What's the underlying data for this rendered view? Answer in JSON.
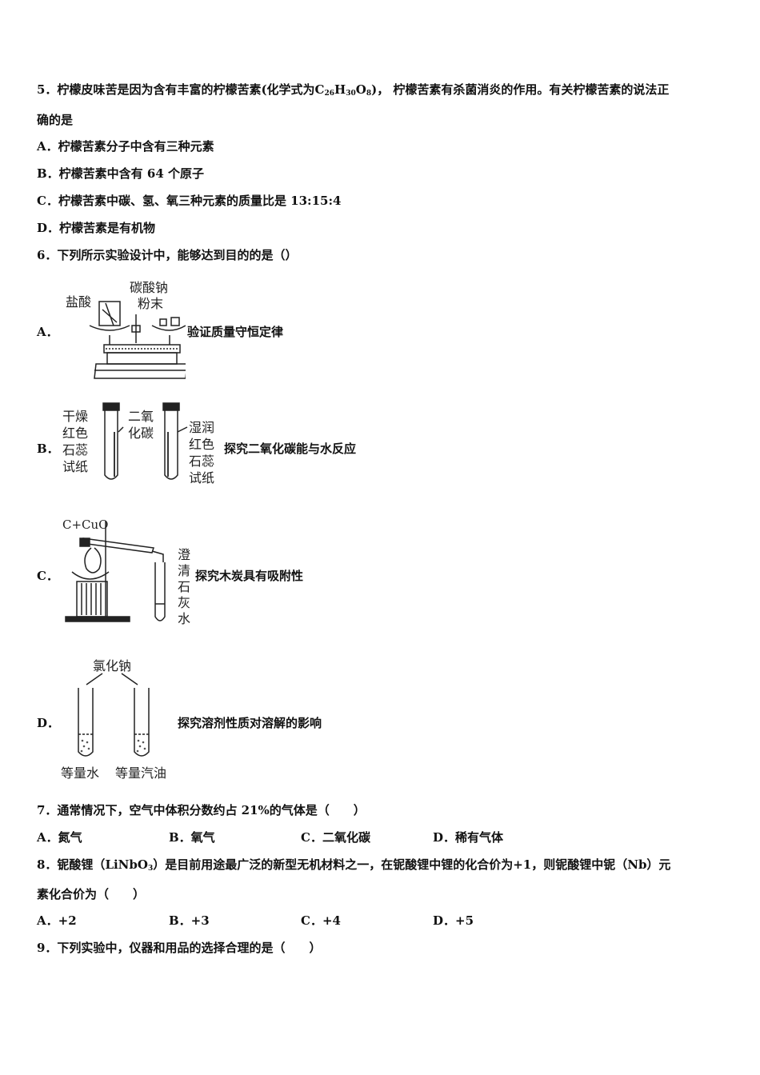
{
  "q5": {
    "line1_a": "5．柠檬皮味苦是因为含有丰富的柠檬苦素(化学式为",
    "formula_c": "C",
    "formula_c_sub": "26",
    "formula_h": "H",
    "formula_h_sub": "30",
    "formula_o": "O",
    "formula_o_sub": "8",
    "line1_b": ")， 柠檬苦素有杀菌消炎的作用。有关柠檬苦素的说法正",
    "line2": "确的是",
    "options": [
      "A．柠檬苦素分子中含有三种元素",
      "B．柠檬苦素中含有 64 个原子",
      "C．柠檬苦素中碳、氢、氧三种元素的质量比是 13:15:4",
      "D．柠檬苦素是有机物"
    ]
  },
  "q6": {
    "stem": "6．下列所示实验设计中，能够达到目的的是（）",
    "a": {
      "label": "A．",
      "caption": "验证质量守恒定律",
      "fig_hcl": "盐酸",
      "fig_na2co3_1": "碳酸钠",
      "fig_na2co3_2": "粉末"
    },
    "b": {
      "label": "B．",
      "caption": "探究二氧化碳能与水反应",
      "fig_left": [
        "干燥",
        "红色",
        "石蕊",
        "试纸"
      ],
      "fig_mid": [
        "二氧",
        "化碳"
      ],
      "fig_right": [
        "湿润",
        "红色",
        "石蕊",
        "试纸"
      ]
    },
    "c": {
      "label": "C．",
      "caption": "探究木炭具有吸附性",
      "fig_top": "C+CuO",
      "fig_right": [
        "澄",
        "清",
        "石",
        "灰",
        "水"
      ]
    },
    "d": {
      "label": "D．",
      "caption": "探究溶剂性质对溶解的影响",
      "fig_top": "氯化钠",
      "fig_left": "等量水",
      "fig_right": "等量汽油"
    }
  },
  "q7": {
    "stem": "7．通常情况下，空气中体积分数约占 21%的气体是（　　）",
    "options": [
      "A．氮气",
      "B．氧气",
      "C．二氧化碳",
      "D．稀有气体"
    ]
  },
  "q8": {
    "line1_a": "8．铌酸锂（LiNbO",
    "line1_sub": "3",
    "line1_b": "）是目前用途最广泛的新型无机材料之一，在铌酸锂中锂的化合价为+1，则铌酸锂中铌（Nb）元",
    "line2": "素化合价为（　　）",
    "options": [
      "A．+2",
      "B．+3",
      "C．+4",
      "D．+5"
    ]
  },
  "q9": {
    "stem": "9．下列实验中，仪器和用品的选择合理的是（　　）"
  }
}
